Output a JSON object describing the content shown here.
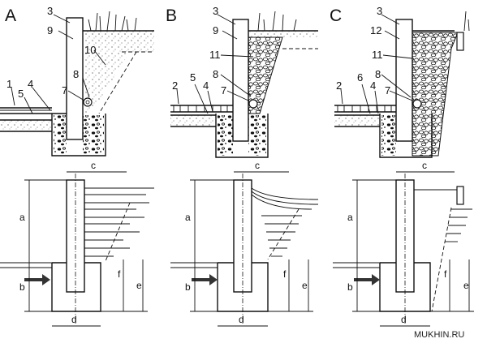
{
  "panels": [
    {
      "letter": "A",
      "numbers": [
        "3",
        "9",
        "10",
        "8",
        "7",
        "1",
        "4",
        "5"
      ]
    },
    {
      "letter": "B",
      "numbers": [
        "3",
        "9",
        "11",
        "8",
        "7",
        "2",
        "5",
        "4"
      ]
    },
    {
      "letter": "C",
      "numbers": [
        "3",
        "12",
        "11",
        "8",
        "7",
        "2",
        "6",
        "4"
      ]
    }
  ],
  "dimensions": {
    "a": "a",
    "b": "b",
    "c": "c",
    "d": "d",
    "e": "e",
    "f": "f"
  },
  "watermark": "MUKHIN.RU"
}
